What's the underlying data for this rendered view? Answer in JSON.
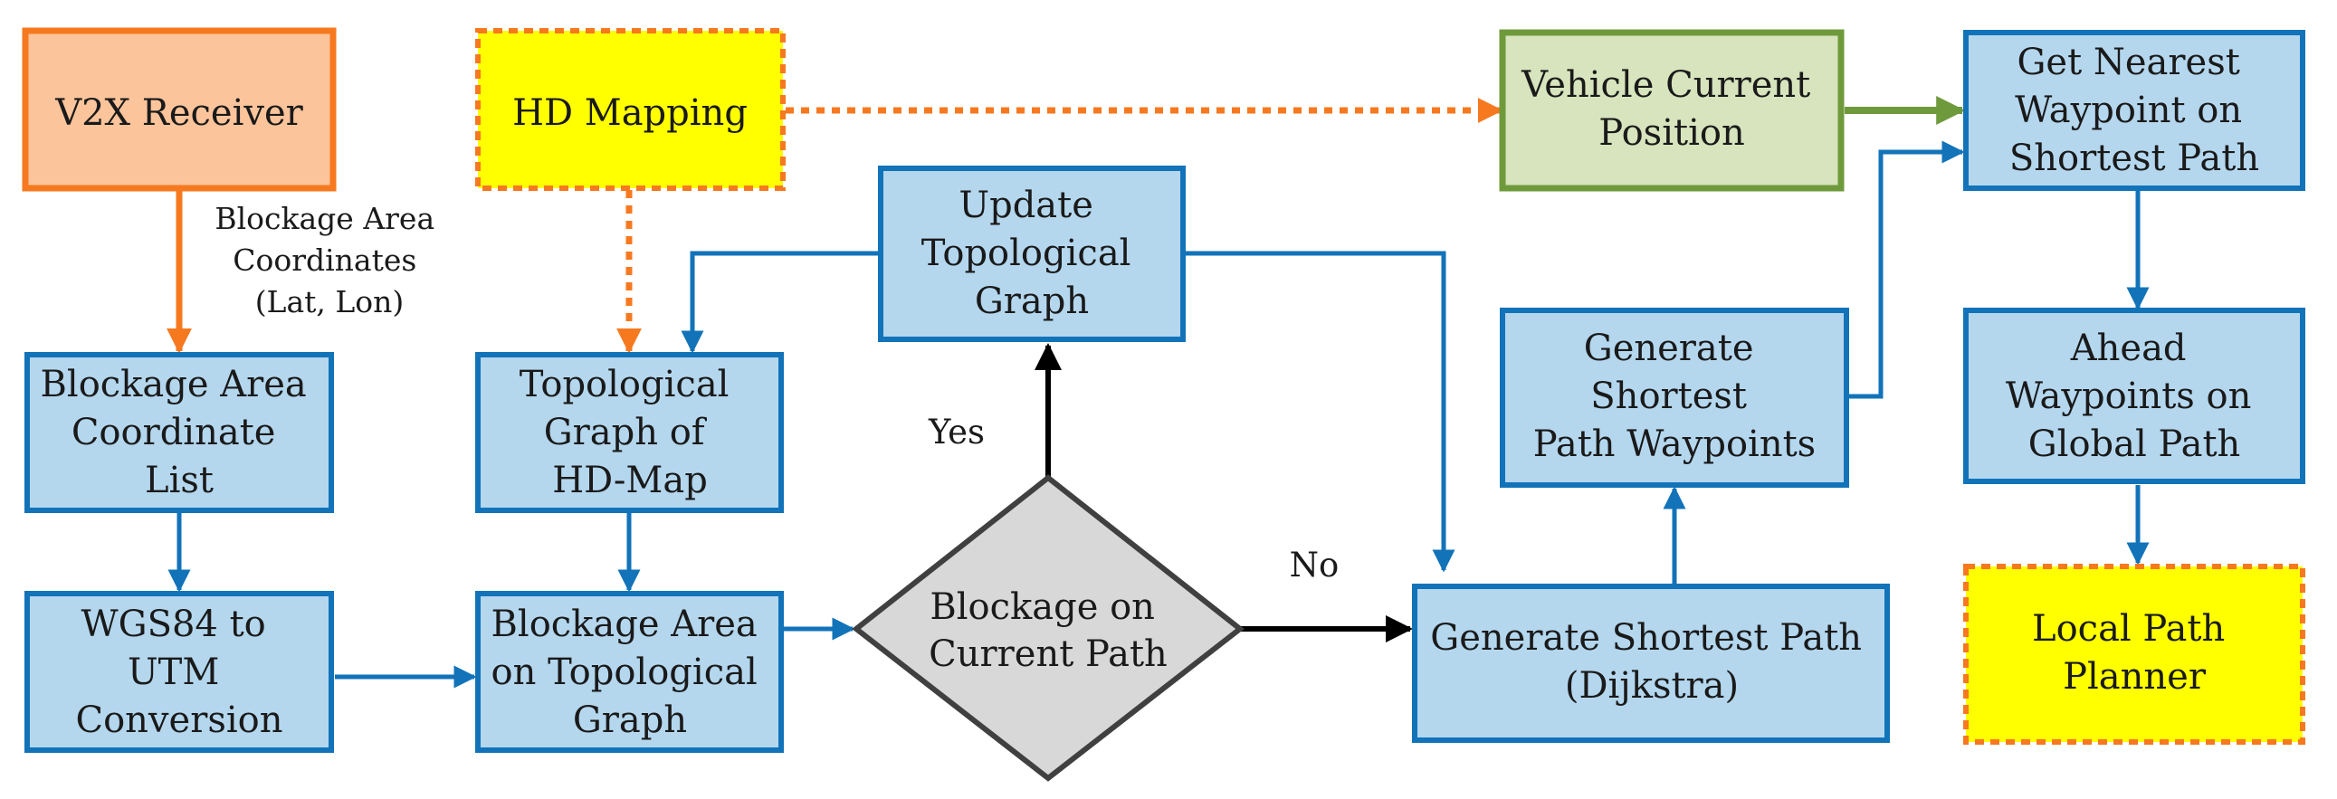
{
  "colors": {
    "blue_fill": "#b4d7ee",
    "blue_stroke": "#1273b9",
    "orange_fill": "#fbc49b",
    "orange_stroke": "#f6791f",
    "yellow_fill": "#ffff00",
    "green_fill": "#d7e4bd",
    "green_stroke": "#6f9a3c",
    "grey_fill": "#d8d8d8",
    "grey_stroke": "#404040",
    "black": "#000000"
  },
  "nodes": {
    "v2x_receiver": {
      "lines": [
        "V2X Receiver"
      ]
    },
    "hd_mapping": {
      "lines": [
        "HD Mapping"
      ]
    },
    "vehicle_position": {
      "lines": [
        "Vehicle Current",
        "Position"
      ]
    },
    "nearest_waypoint": {
      "lines": [
        "Get Nearest",
        "Waypoint on",
        "Shortest Path"
      ]
    },
    "update_graph": {
      "lines": [
        "Update",
        "Topological",
        "Graph"
      ]
    },
    "blockage_list": {
      "lines": [
        "Blockage Area",
        "Coordinate",
        "List"
      ]
    },
    "topo_graph": {
      "lines": [
        "Topological",
        "Graph of",
        "HD-Map"
      ]
    },
    "generate_waypoints": {
      "lines": [
        "Generate",
        "Shortest",
        "Path Waypoints"
      ]
    },
    "ahead_waypoints": {
      "lines": [
        "Ahead",
        "Waypoints on",
        "Global Path"
      ]
    },
    "wgs84_utm": {
      "lines": [
        "WGS84 to",
        "UTM",
        "Conversion"
      ]
    },
    "blockage_on_topo": {
      "lines": [
        "Blockage Area",
        "on Topological",
        "Graph"
      ]
    },
    "decision": {
      "lines": [
        "Blockage on",
        "Current Path"
      ]
    },
    "dijkstra": {
      "lines": [
        "Generate Shortest Path",
        "(Dijkstra)"
      ]
    },
    "local_planner": {
      "lines": [
        "Local Path",
        "Planner"
      ]
    }
  },
  "edge_labels": {
    "coords": [
      "Blockage Area",
      "Coordinates",
      "(Lat, Lon)"
    ],
    "yes": "Yes",
    "no": "No"
  }
}
